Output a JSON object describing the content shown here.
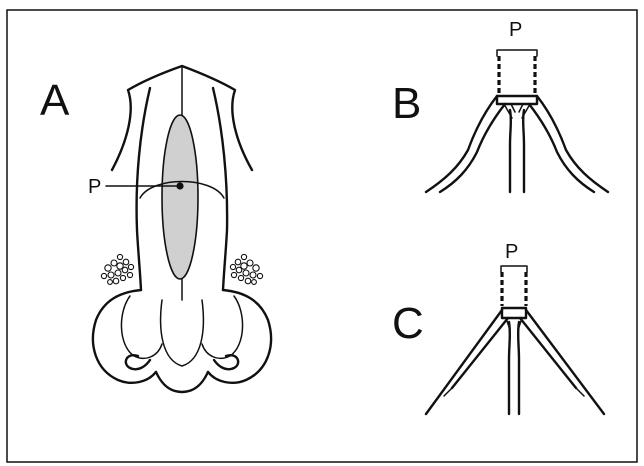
{
  "panels": {
    "a": {
      "letter": "A",
      "point_label": "P"
    },
    "b": {
      "letter": "B",
      "point_label": "P"
    },
    "c": {
      "letter": "C",
      "point_label": "P"
    }
  },
  "colors": {
    "ink": "#111111",
    "shade": "#d0d0d0",
    "background": "#ffffff",
    "border": "#000000"
  }
}
